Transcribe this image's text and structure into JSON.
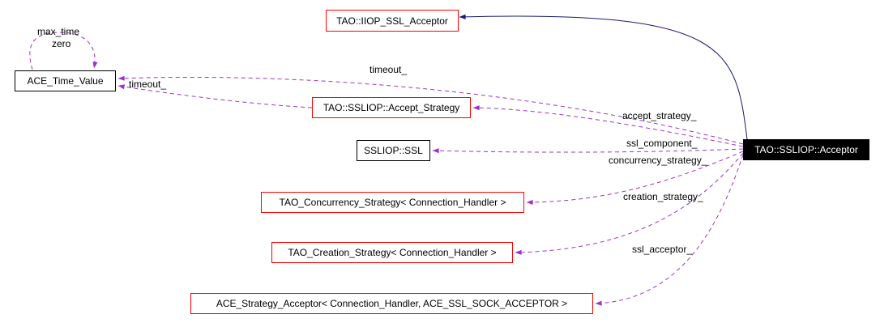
{
  "diagram": {
    "nodes": [
      {
        "label": "TAO::IIOP_SSL_Acceptor"
      },
      {
        "label": "ACE_Time_Value"
      },
      {
        "label": "TAO::SSLIOP::Accept_Strategy"
      },
      {
        "label": "SSLIOP::SSL"
      },
      {
        "label": "TAO_Concurrency_Strategy< Connection_Handler >"
      },
      {
        "label": "TAO_Creation_Strategy< Connection_Handler >"
      },
      {
        "label": "ACE_Strategy_Acceptor< Connection_Handler, ACE_SSL_SOCK_ACCEPTOR >"
      },
      {
        "label": "TAO::SSLIOP::Acceptor"
      }
    ],
    "edge_labels": [
      {
        "text": "max_time"
      },
      {
        "text": "zero"
      },
      {
        "text": "timeout_"
      },
      {
        "text": "timeout_"
      },
      {
        "text": "accept_strategy_"
      },
      {
        "text": "ssl_component_"
      },
      {
        "text": "concurrency_strategy_"
      },
      {
        "text": "creation_strategy_"
      },
      {
        "text": "ssl_acceptor_"
      }
    ],
    "colors": {
      "edge_dashed": "#9a32cd",
      "edge_solid": "#191970",
      "node_border_red": "#ff0000",
      "node_border_black": "#000000",
      "node_filled_bg": "#000000",
      "node_filled_text": "#ffffff",
      "background": "#ffffff"
    }
  }
}
